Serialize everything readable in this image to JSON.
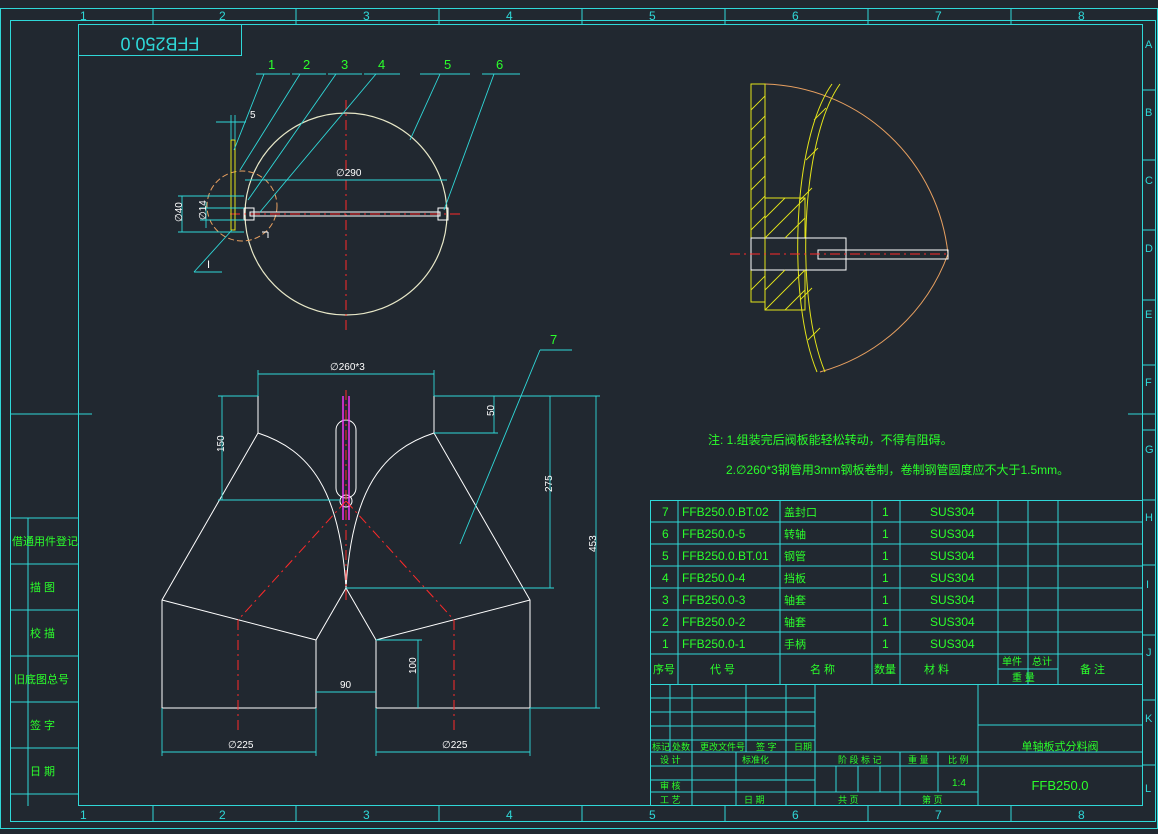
{
  "drawing": {
    "number_stamp": "FFB250.0",
    "title": "单轴板式分料阀",
    "number": "FFB250.0",
    "scale": "1:4",
    "notes": [
      "注: 1.组装完后阀板能轻松转动，不得有阻碍。",
      "2.∅260*3钢管用3mm钢板卷制，卷制钢管圆度应不大于1.5mm。"
    ]
  },
  "grid": {
    "columns": [
      "1",
      "2",
      "3",
      "4",
      "5",
      "6",
      "7",
      "8"
    ],
    "rows": [
      "A",
      "B",
      "C",
      "D",
      "E",
      "F",
      "G",
      "H",
      "I",
      "J",
      "K",
      "L"
    ]
  },
  "left_strip": [
    "借通用件登记",
    "描 图",
    "校 描",
    "旧底图总号",
    "签 字",
    "日 期"
  ],
  "balloons": [
    "1",
    "2",
    "3",
    "4",
    "5",
    "6",
    "7"
  ],
  "dims": {
    "d290": "∅290",
    "five": "5",
    "d40": "∅40",
    "d14": "∅14",
    "sec": "I",
    "d260": "∅260*3",
    "h150": "150",
    "h50": "50",
    "h275": "275",
    "h453": "453",
    "w90": "90",
    "h100": "100",
    "d225a": "∅225",
    "d225b": "∅225"
  },
  "bom": {
    "rows": [
      {
        "seq": "7",
        "code": "FFB250.0.BT.02",
        "name": "盖封口",
        "qty": "1",
        "mat": "SUS304"
      },
      {
        "seq": "6",
        "code": "FFB250.0-5",
        "name": "转轴",
        "qty": "1",
        "mat": "SUS304"
      },
      {
        "seq": "5",
        "code": "FFB250.0.BT.01",
        "name": "钢管",
        "qty": "1",
        "mat": "SUS304"
      },
      {
        "seq": "4",
        "code": "FFB250.0-4",
        "name": "挡板",
        "qty": "1",
        "mat": "SUS304"
      },
      {
        "seq": "3",
        "code": "FFB250.0-3",
        "name": "轴套",
        "qty": "1",
        "mat": "SUS304"
      },
      {
        "seq": "2",
        "code": "FFB250.0-2",
        "name": "轴套",
        "qty": "1",
        "mat": "SUS304"
      },
      {
        "seq": "1",
        "code": "FFB250.0-1",
        "name": "手柄",
        "qty": "1",
        "mat": "SUS304"
      }
    ],
    "header": {
      "seq": "序号",
      "code": "代 号",
      "name": "名 称",
      "qty": "数量",
      "mat": "材 料",
      "unit": "单件",
      "total": "总计",
      "weight": "重 量",
      "remark": "备 注"
    }
  },
  "title_block": {
    "labels": {
      "mark": "标记",
      "count": "处数",
      "doc": "更改文件号",
      "sign": "签 字",
      "date": "日期",
      "design": "设 计",
      "std": "标准化",
      "review": "审 核",
      "process": "工 艺",
      "date2": "日 期",
      "stage": "阶 段 标 记",
      "weight": "重 量",
      "scale": "比 例",
      "sheets": "共   页",
      "sheet": "第   页"
    }
  },
  "colors": {
    "background": "#212830",
    "frame": "#2fd8d8",
    "text": "#2bff2b",
    "outline": "#ffffff",
    "centerline": "#ff2a2a",
    "hatch": "#e4e41a",
    "accent_magenta": "#ff33ff",
    "arc_orange": "#e8a060"
  }
}
